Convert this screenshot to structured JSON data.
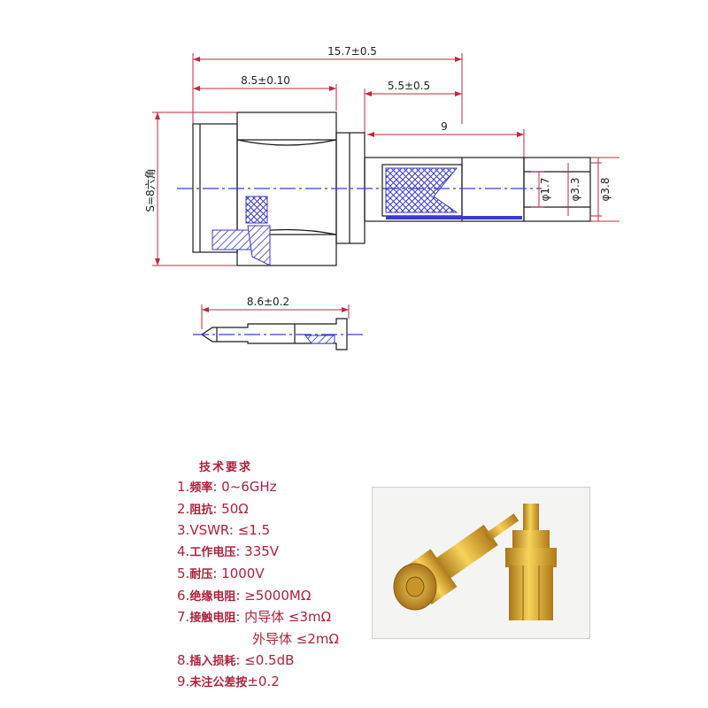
{
  "dimensions": {
    "total_length": "15.7±0.5",
    "body_length": "8.5±0.10",
    "crimp_offset": "5.5±0.5",
    "crimp_length": "9",
    "pin_length": "8.6±0.2",
    "hex_size": "S=8六角",
    "dia_inner": "φ1.7",
    "dia_mid": "φ3.3",
    "dia_outer": "φ3.8"
  },
  "specs": {
    "title": "技术要求",
    "items": [
      {
        "num": "1.",
        "label": "频率",
        "value": ": 0~6GHz"
      },
      {
        "num": "2.",
        "label": "阻抗",
        "value": ": 50Ω"
      },
      {
        "num": "3.",
        "label": "VSWR",
        "value": ": ≤1.5"
      },
      {
        "num": "4.",
        "label": "工作电压",
        "value": ": 335V"
      },
      {
        "num": "5.",
        "label": "耐压",
        "value": ": 1000V"
      },
      {
        "num": "6.",
        "label": "绝缘电阻",
        "value": ": ≥5000MΩ"
      },
      {
        "num": "7.",
        "label": "接触电阻",
        "value": ": 内导体 ≤3mΩ"
      }
    ],
    "item7_sub": "外导体 ≤2mΩ",
    "items_tail": [
      {
        "num": "8.",
        "label": "插入损耗",
        "value": ": ≤0.5dB"
      },
      {
        "num": "9.",
        "label": "未注公差按",
        "value": "±0.2"
      }
    ]
  },
  "colors": {
    "dimension": "#c0283c",
    "centerline": "#3a3ad0",
    "spec_text": "#b0203a",
    "gold": "#d9a520"
  }
}
